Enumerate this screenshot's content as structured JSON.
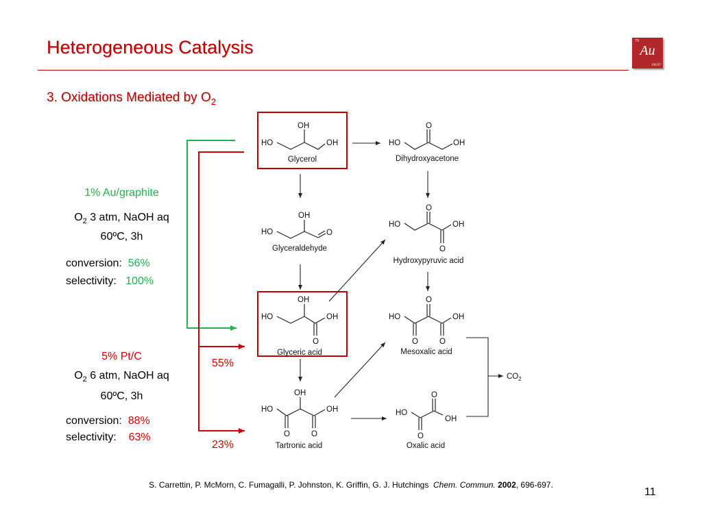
{
  "title": "Heterogeneous Catalysis",
  "logo": {
    "number": "79",
    "symbol": "Au",
    "mass": "196.97"
  },
  "subtitle": {
    "text": "3. Oxidations Mediated by O",
    "subscript": "2"
  },
  "catalyst1": {
    "name": "1% Au/graphite",
    "cond_o": "O",
    "cond_o_sub": "2",
    "cond_rest": " 3 atm, NaOH aq",
    "temp": "60ºC, 3h",
    "conv_label": "conversion:",
    "conv_value": "56%",
    "sel_label": "selectivity:",
    "sel_value": "100%"
  },
  "catalyst2": {
    "name": "5% Pt/C",
    "cond_o": "O",
    "cond_o_sub": "2",
    "cond_rest": " 6 atm, NaOH aq",
    "temp": "60ºC, 3h",
    "conv_label": "conversion:",
    "conv_value": "88%",
    "sel_label": "selectivity:",
    "sel_value": "63%"
  },
  "yields": {
    "glyceric": "55%",
    "tartronic": "23%"
  },
  "compounds": {
    "glycerol": "Glycerol",
    "dihydroxyacetone": "Dihydroxyacetone",
    "glyceraldehyde": "Glyceraldehyde",
    "hydroxypyruvic": "Hydroxypyruvic acid",
    "glyceric": "Glyceric acid",
    "mesoxalic": "Mesoxalic acid",
    "tartronic": "Tartronic acid",
    "oxalic": "Oxalic acid",
    "co2": "CO",
    "co2_sub": "2"
  },
  "atoms": {
    "ho": "HO",
    "oh": "OH",
    "o": "O"
  },
  "reference": {
    "authors": "S. Carrettin, P. McMorn, C. Fumagalli, P. Johnston, K. Griffin, G. J. Hutchings",
    "journal": "Chem. Commun.",
    "year": "2002",
    "pages": ", 696-697."
  },
  "page_number": "11",
  "colors": {
    "accent": "#c00000",
    "green": "#22b14c",
    "red": "#d40000"
  }
}
